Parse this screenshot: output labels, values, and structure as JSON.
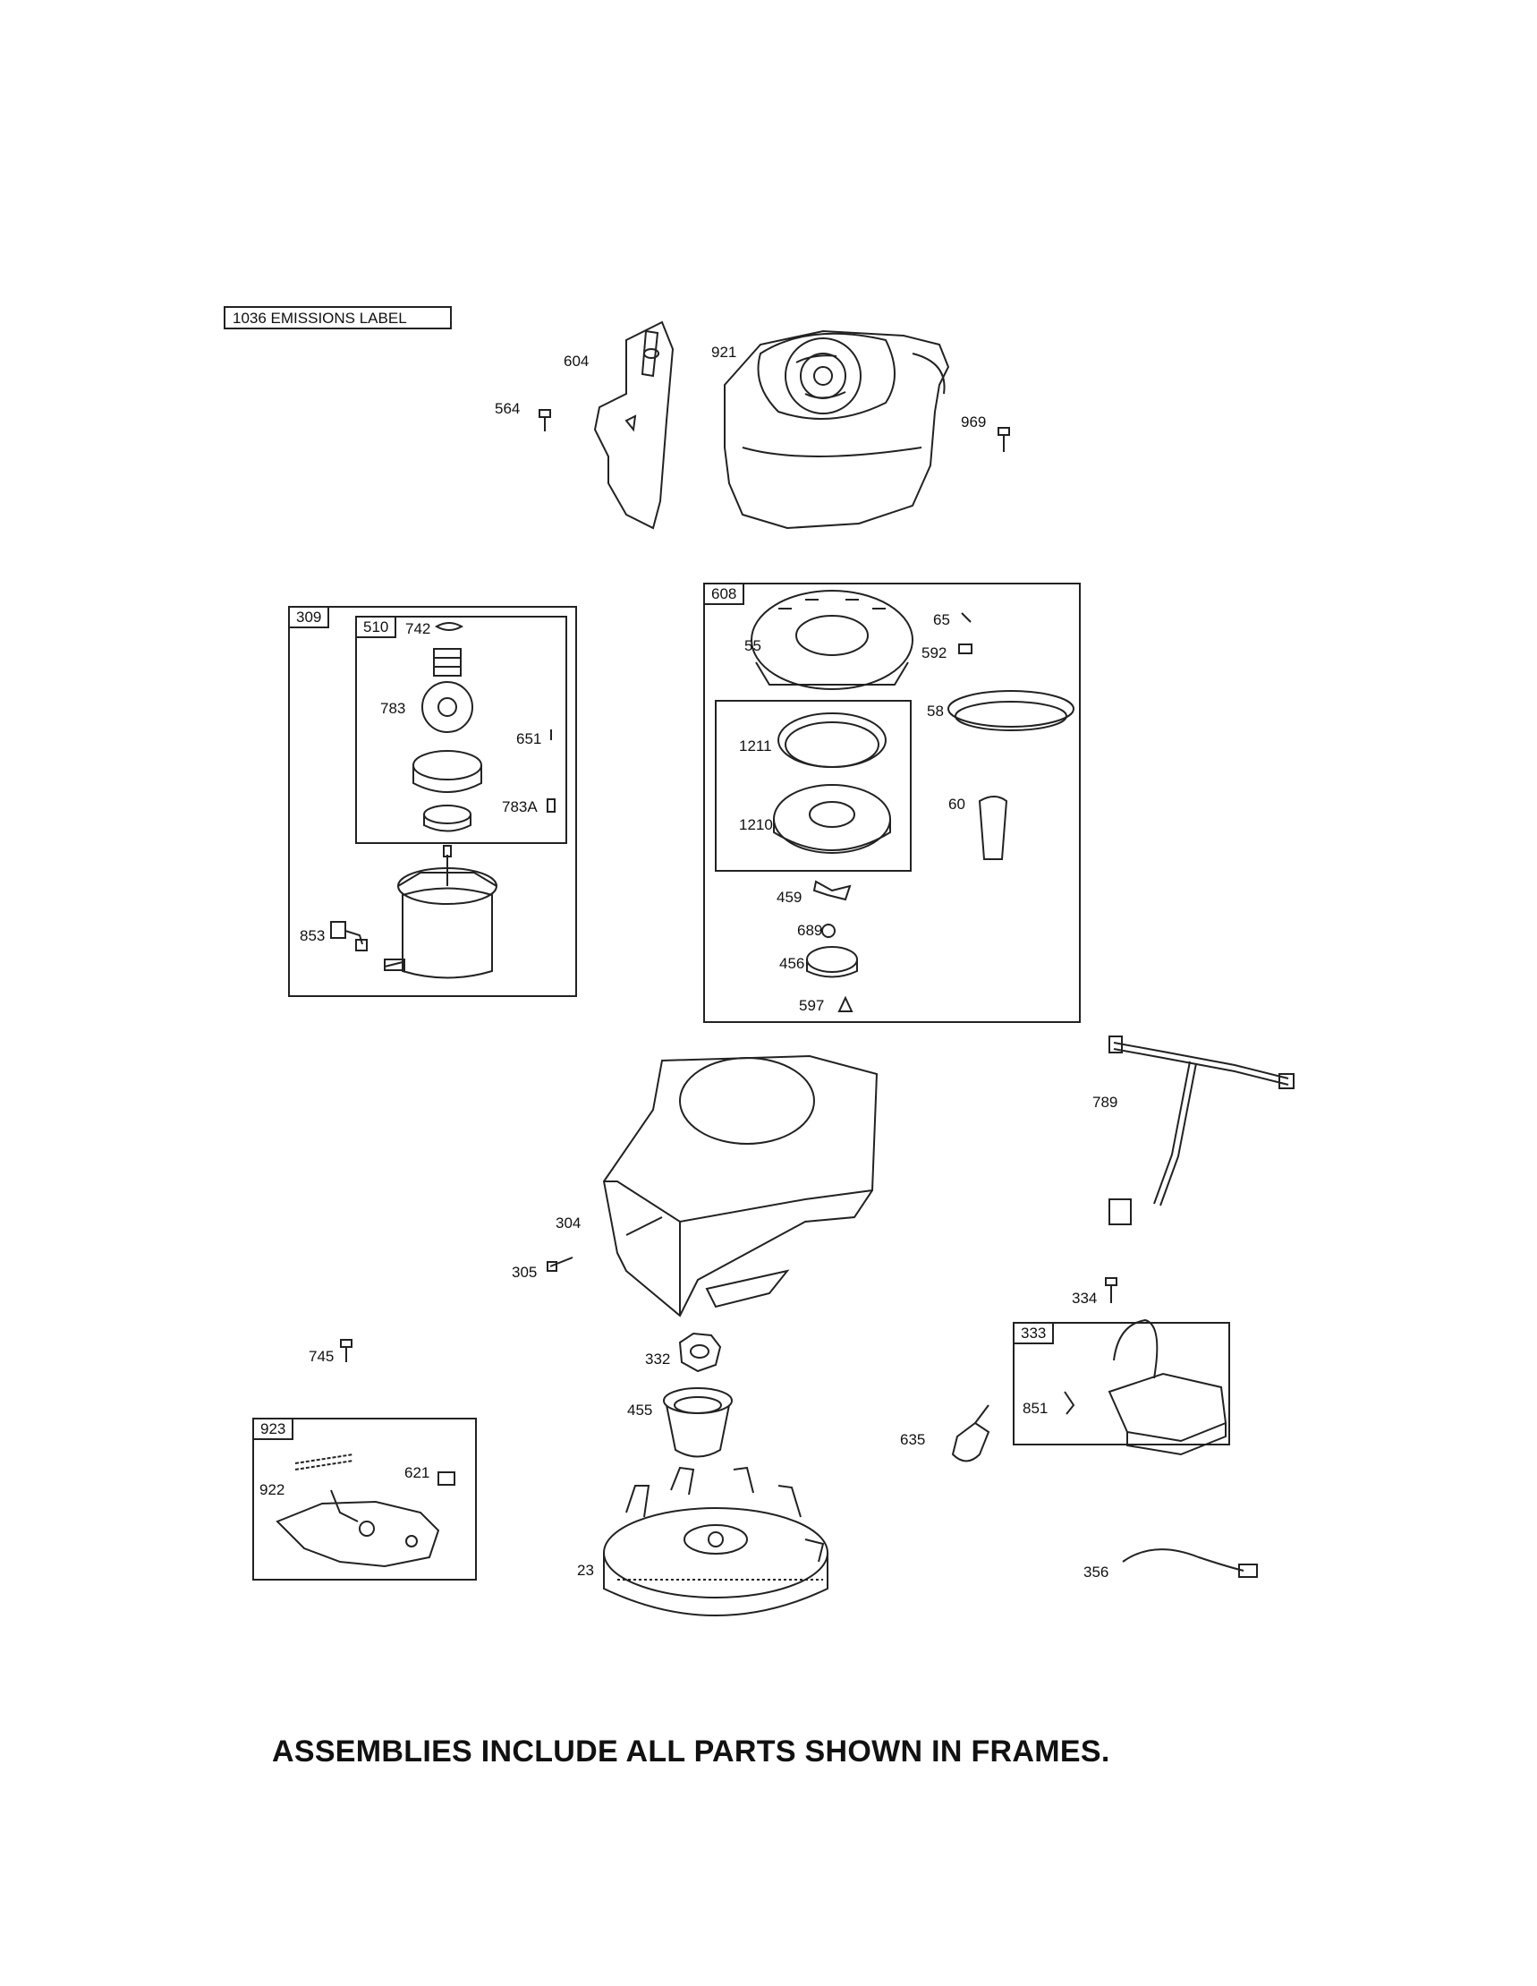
{
  "emissions_label": "1036 EMISSIONS LABEL",
  "footer_note": "ASSEMBLIES INCLUDE ALL PARTS SHOWN IN FRAMES.",
  "frames": {
    "f309": "309",
    "f510": "510",
    "f608": "608",
    "f333": "333",
    "f923": "923"
  },
  "parts": {
    "p604": "604",
    "p921": "921",
    "p564": "564",
    "p969": "969",
    "p742": "742",
    "p783": "783",
    "p651": "651",
    "p783a": "783A",
    "p853": "853",
    "p65": "65",
    "p55": "55",
    "p592": "592",
    "p58": "58",
    "p1211": "1211",
    "p1210": "1210",
    "p60": "60",
    "p459": "459",
    "p689": "689",
    "p456": "456",
    "p597": "597",
    "p789": "789",
    "p304": "304",
    "p305": "305",
    "p334": "334",
    "p745": "745",
    "p332": "332",
    "p455": "455",
    "p851": "851",
    "p635": "635",
    "p621": "621",
    "p922": "922",
    "p23": "23",
    "p356": "356"
  }
}
